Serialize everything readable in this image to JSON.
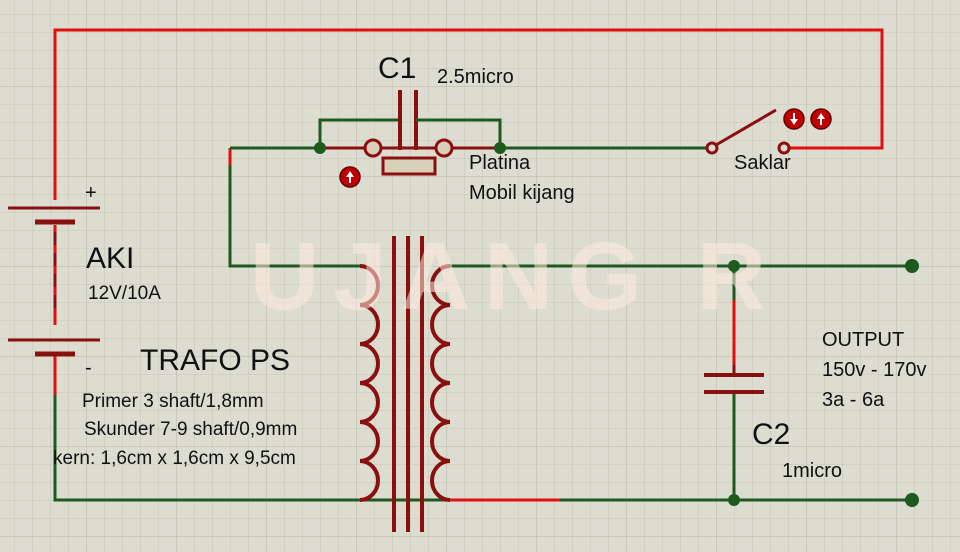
{
  "colors": {
    "background": "#dcdcd0",
    "grid_minor": "#c6c6b8",
    "grid_major": "#b5b5a6",
    "wire_red": "#e01010",
    "wire_green": "#1e5a1e",
    "component": "#8a0f0f",
    "probe": "#c00000"
  },
  "watermark": "UJANG R",
  "components": {
    "c1": {
      "name": "C1",
      "value": "2.5micro"
    },
    "platina": {
      "name": "Platina",
      "note": "Mobil kijang"
    },
    "saklar": {
      "name": "Saklar"
    },
    "battery": {
      "name": "AKI",
      "rating": "12V/10A",
      "plus": "+",
      "minus": "-"
    },
    "trafo": {
      "name": "TRAFO PS",
      "primer": "Primer 3 shaft/1,8mm",
      "skunder": "Skunder 7-9 shaft/0,9mm",
      "kern": "kern: 1,6cm x 1,6cm x 9,5cm"
    },
    "c2": {
      "name": "C2",
      "value": "1micro"
    },
    "output": {
      "title": "OUTPUT",
      "voltage": "150v - 170v",
      "current": "3a - 6a"
    }
  }
}
